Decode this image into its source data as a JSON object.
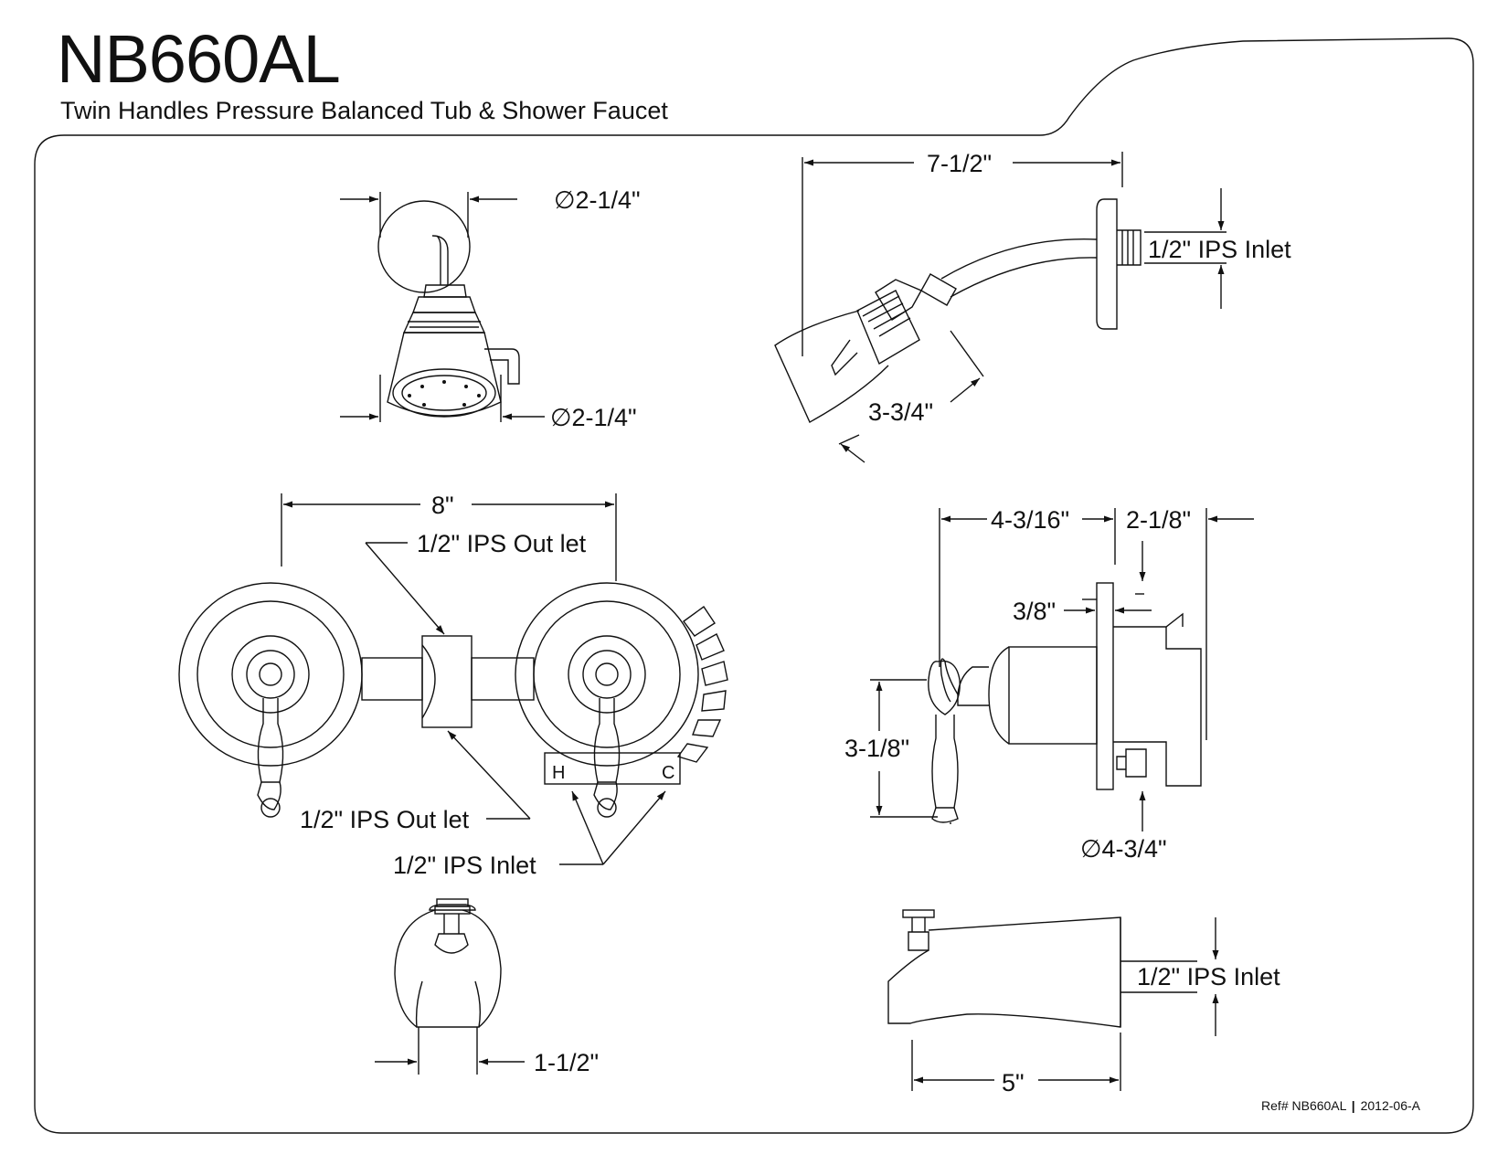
{
  "header": {
    "model": "NB660AL",
    "description": "Twin Handles Pressure Balanced Tub & Shower Faucet"
  },
  "footer": {
    "ref_label": "Ref# NB660AL",
    "ref_separator": "|",
    "ref_date": "2012-06-A"
  },
  "dimensions": {
    "shower_head_front_top": "∅2-1/4\"",
    "shower_head_front_bottom": "∅2-1/4\"",
    "shower_arm_length": "7-1/2\"",
    "shower_arm_inlet": "1/2\" IPS Inlet",
    "shower_head_depth": "3-3/4\"",
    "valve_width": "8\"",
    "valve_outlet_top": "1/2\" IPS Out let",
    "valve_outlet_bottom": "1/2\" IPS Out let",
    "valve_inlet": "1/2\" IPS Inlet",
    "side_handle_depth": "4-3/16\"",
    "side_body_depth": "2-1/8\"",
    "side_plate_thickness": "3/8\"",
    "side_handle_height": "3-1/8\"",
    "side_escutcheon_diameter": "∅4-3/4\"",
    "spout_front_width": "1-1/2\"",
    "spout_inlet": "1/2\" IPS Inlet",
    "spout_length": "5\""
  },
  "valve_marks": {
    "hot": "H",
    "cold": "C"
  }
}
